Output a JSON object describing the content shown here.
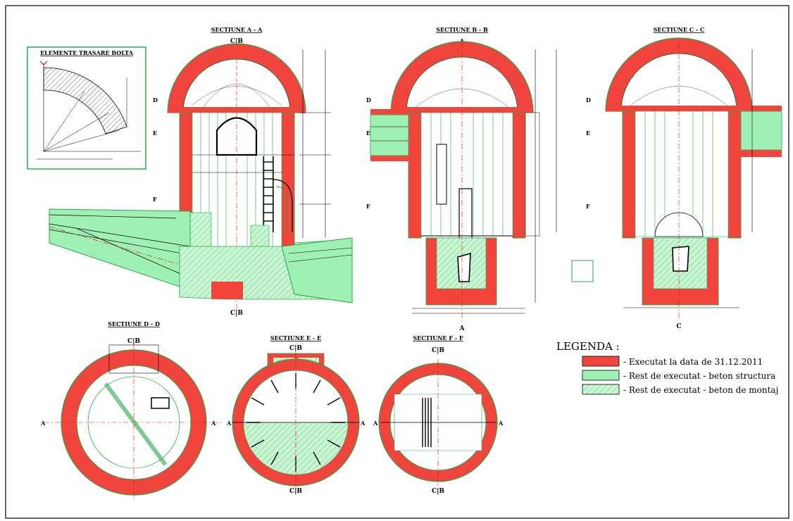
{
  "sections": {
    "aa": "SECTIUNE A - A",
    "bb": "SECTIUNE B - B",
    "cc": "SECTIUNE C - C",
    "dd": "SECTIUNE D - D",
    "ee": "SECTIUNE E - E",
    "ff": "SECTIUNE F - F"
  },
  "inset": {
    "title": "ELEMENTE TRASARE BOLTA"
  },
  "marks": {
    "cb": "C|B",
    "a": "A",
    "d": "D",
    "e": "E",
    "f": "F",
    "c": "C"
  },
  "legend": {
    "title": "LEGENDA :",
    "items": [
      {
        "label": "- Executat la data de 31.12.2011",
        "color": "#f0443c"
      },
      {
        "label": "- Rest de executat - beton structura",
        "color": "#9ef0b4"
      },
      {
        "label": "- Rest de executat - beton de montaj",
        "color": "#c8f5d2"
      }
    ]
  },
  "colors": {
    "executed": "#f0443c",
    "structure": "#9ef0b4",
    "montaj": "#c8f5d2",
    "line": "#000000",
    "green_line": "#2aa84a"
  }
}
